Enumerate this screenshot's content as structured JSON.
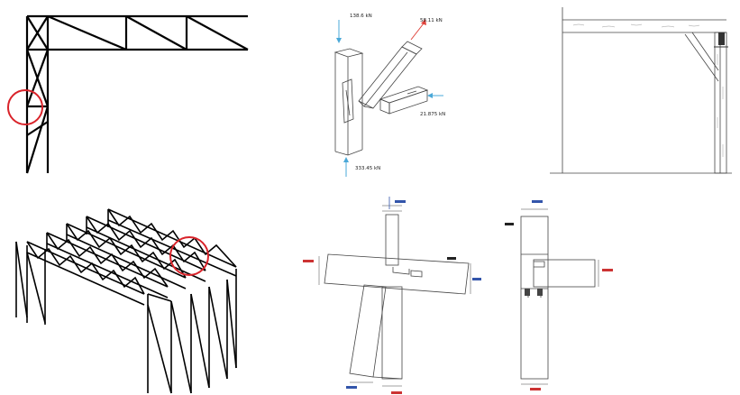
{
  "colors": {
    "highlight": "#d9232a",
    "force_in": "#4aa8d8",
    "force_out": "#e0443c",
    "line": "#000000",
    "dim_blue": "#3355aa",
    "dim_red": "#cc3333"
  },
  "panels": {
    "exploded_joint": {
      "forces": {
        "top": "138.6 kN",
        "diagonal": "58.11 kN",
        "horizontal": "21.875 kN",
        "bottom": "333.45 kN"
      }
    }
  }
}
